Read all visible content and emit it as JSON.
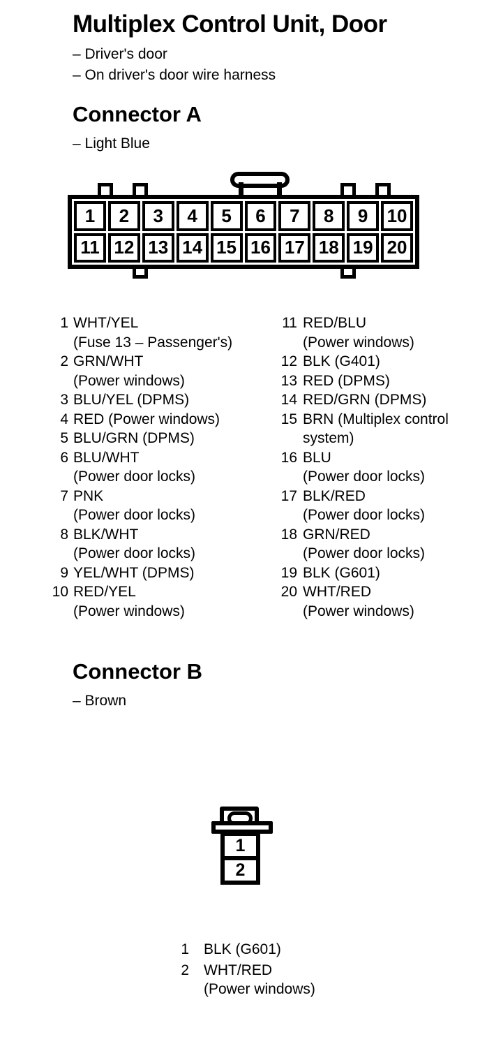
{
  "page": {
    "title": "Multiplex Control Unit, Door",
    "subtitle_lines": [
      "– Driver's door",
      "– On driver's door wire harness"
    ]
  },
  "colors": {
    "ink": "#000000",
    "paper": "#ffffff"
  },
  "connector_a": {
    "heading": "Connector A",
    "color_note": "– Light Blue",
    "row1": [
      "1",
      "2",
      "3",
      "4",
      "5",
      "6",
      "7",
      "8",
      "9",
      "10"
    ],
    "row2": [
      "11",
      "12",
      "13",
      "14",
      "15",
      "16",
      "17",
      "18",
      "19",
      "20"
    ],
    "pins_left": [
      {
        "num": "1",
        "lines": [
          "WHT/YEL",
          "(Fuse 13 – Passenger's)"
        ]
      },
      {
        "num": "2",
        "lines": [
          "GRN/WHT",
          "(Power windows)"
        ]
      },
      {
        "num": "3",
        "lines": [
          "BLU/YEL (DPMS)"
        ]
      },
      {
        "num": "4",
        "lines": [
          "RED (Power windows)"
        ]
      },
      {
        "num": "5",
        "lines": [
          "BLU/GRN (DPMS)"
        ]
      },
      {
        "num": "6",
        "lines": [
          "BLU/WHT",
          "(Power door locks)"
        ]
      },
      {
        "num": "7",
        "lines": [
          "PNK",
          "(Power door locks)"
        ]
      },
      {
        "num": "8",
        "lines": [
          "BLK/WHT",
          "(Power door locks)"
        ]
      },
      {
        "num": "9",
        "lines": [
          "YEL/WHT (DPMS)"
        ]
      },
      {
        "num": "10",
        "lines": [
          "RED/YEL",
          "(Power windows)"
        ]
      }
    ],
    "pins_right": [
      {
        "num": "11",
        "lines": [
          "RED/BLU",
          "(Power windows)"
        ]
      },
      {
        "num": "12",
        "lines": [
          "BLK (G401)"
        ]
      },
      {
        "num": "13",
        "lines": [
          "RED (DPMS)"
        ]
      },
      {
        "num": "14",
        "lines": [
          "RED/GRN (DPMS)"
        ]
      },
      {
        "num": "15",
        "lines": [
          "BRN (Multiplex control",
          "system)"
        ]
      },
      {
        "num": "16",
        "lines": [
          "BLU",
          "(Power door locks)"
        ]
      },
      {
        "num": "17",
        "lines": [
          "BLK/RED",
          "(Power door locks)"
        ]
      },
      {
        "num": "18",
        "lines": [
          "GRN/RED",
          "(Power door locks)"
        ]
      },
      {
        "num": "19",
        "lines": [
          "BLK (G601)"
        ]
      },
      {
        "num": "20",
        "lines": [
          "WHT/RED",
          "(Power windows)"
        ]
      }
    ]
  },
  "connector_b": {
    "heading": "Connector B",
    "color_note": "– Brown",
    "diagram_pins": [
      "1",
      "2"
    ],
    "pins": [
      {
        "num": "1",
        "lines": [
          "BLK (G601)"
        ]
      },
      {
        "num": "2",
        "lines": [
          "WHT/RED",
          "(Power windows)"
        ]
      }
    ]
  }
}
